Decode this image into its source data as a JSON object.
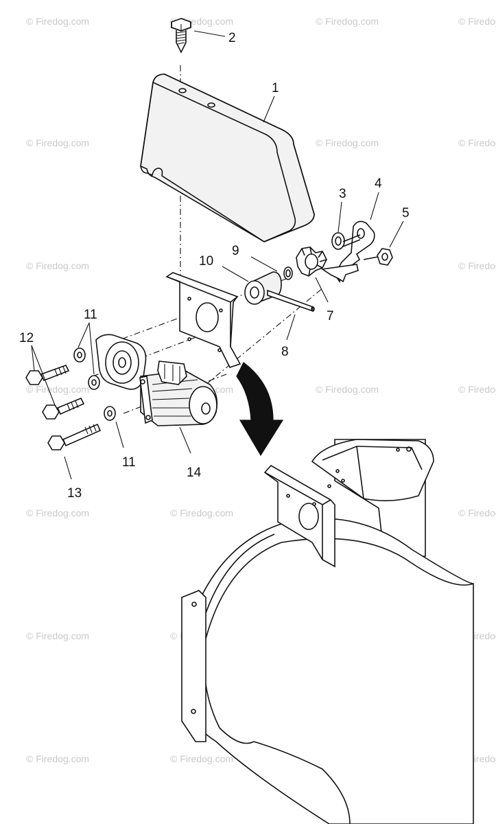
{
  "watermark": {
    "text": "© Firedog.com"
  },
  "callouts": [
    {
      "id": "c1",
      "label": "1"
    },
    {
      "id": "c2",
      "label": "2"
    },
    {
      "id": "c3",
      "label": "3"
    },
    {
      "id": "c4",
      "label": "4"
    },
    {
      "id": "c5",
      "label": "5"
    },
    {
      "id": "c7",
      "label": "7"
    },
    {
      "id": "c8",
      "label": "8"
    },
    {
      "id": "c9",
      "label": "9"
    },
    {
      "id": "c10",
      "label": "10"
    },
    {
      "id": "c11a",
      "label": "11"
    },
    {
      "id": "c11b",
      "label": "11"
    },
    {
      "id": "c12",
      "label": "12"
    },
    {
      "id": "c13",
      "label": "13"
    },
    {
      "id": "c14",
      "label": "14"
    }
  ]
}
